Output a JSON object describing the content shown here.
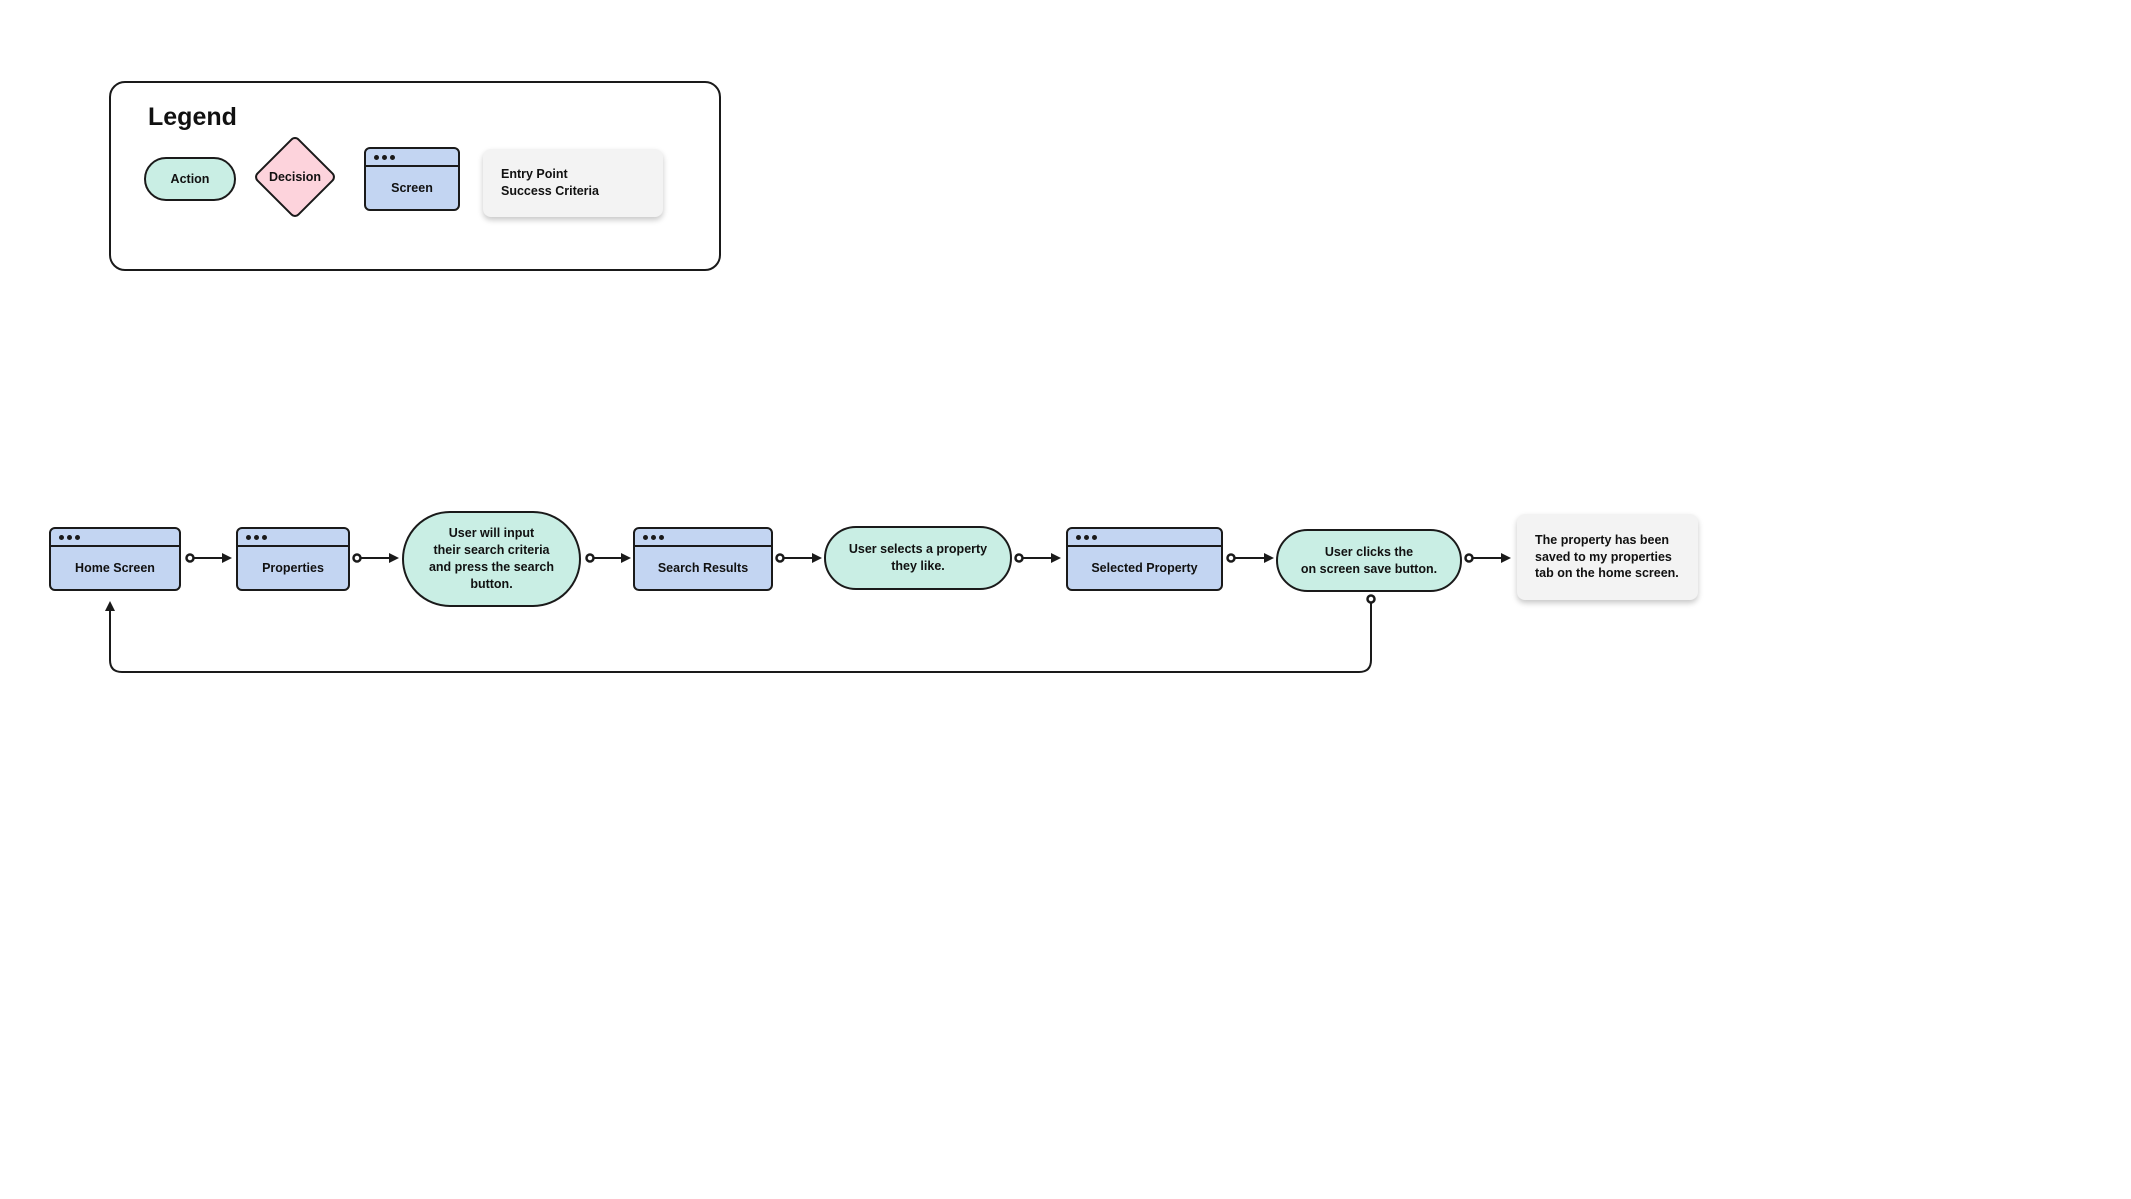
{
  "legend": {
    "title": "Legend",
    "action": "Action",
    "decision": "Decision",
    "screen": "Screen",
    "note_line1": "Entry Point",
    "note_line2": "Success Criteria"
  },
  "flow": {
    "home_screen": "Home Screen",
    "properties": "Properties",
    "input_action": [
      "User will input",
      "their search criteria",
      "and press the search",
      "button."
    ],
    "search_results": "Search Results",
    "select_action": [
      "User selects a property",
      "they like."
    ],
    "selected_property": "Selected Property",
    "save_action": [
      "User clicks the",
      "on screen save button."
    ],
    "success_note": [
      "The property has been",
      "saved to my properties",
      "tab on the home screen."
    ]
  },
  "colors": {
    "action": "#c9eee4",
    "screen": "#c3d5f2",
    "decision": "#fdd3dc",
    "note": "#f3f3f3",
    "stroke": "#1a1a1a"
  }
}
